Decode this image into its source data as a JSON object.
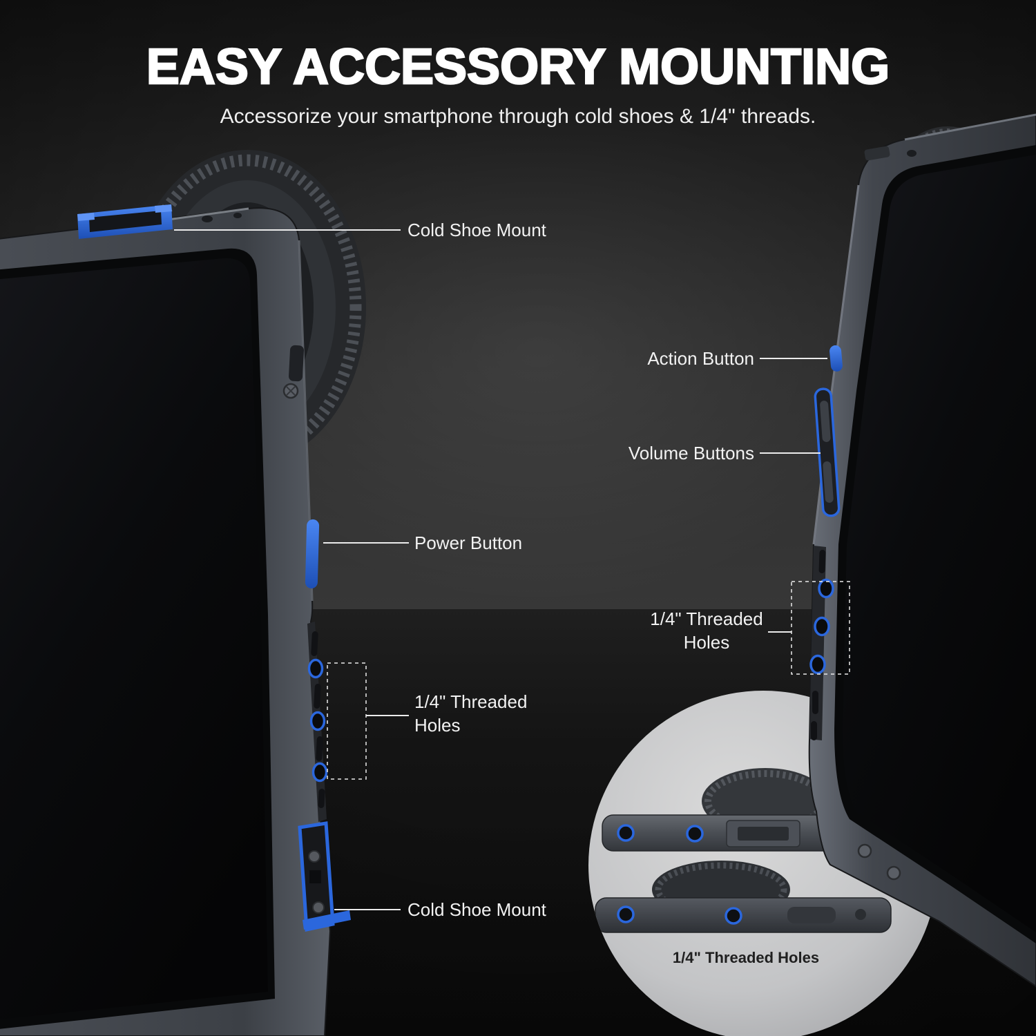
{
  "header": {
    "title": "EASY ACCESSORY MOUNTING",
    "subtitle": "Accessorize your smartphone through cold shoes & 1/4\" threads."
  },
  "callouts": {
    "cold_shoe_top": {
      "label": "Cold Shoe Mount"
    },
    "action_button": {
      "label": "Action Button"
    },
    "volume_buttons": {
      "label": "Volume Buttons"
    },
    "power_button": {
      "label": "Power Button"
    },
    "threaded_holes_right": {
      "label": "1/4\" Threaded Holes"
    },
    "threaded_holes_left": {
      "label": "1/4\" Threaded Holes"
    },
    "cold_shoe_bottom": {
      "label": "Cold Shoe Mount"
    }
  },
  "inset": {
    "caption": "1/4\" Threaded Holes"
  },
  "colors": {
    "accent_blue": "#2b67dd",
    "background_dark": "#1a1a1a",
    "text_light": "#f2f2f2"
  }
}
